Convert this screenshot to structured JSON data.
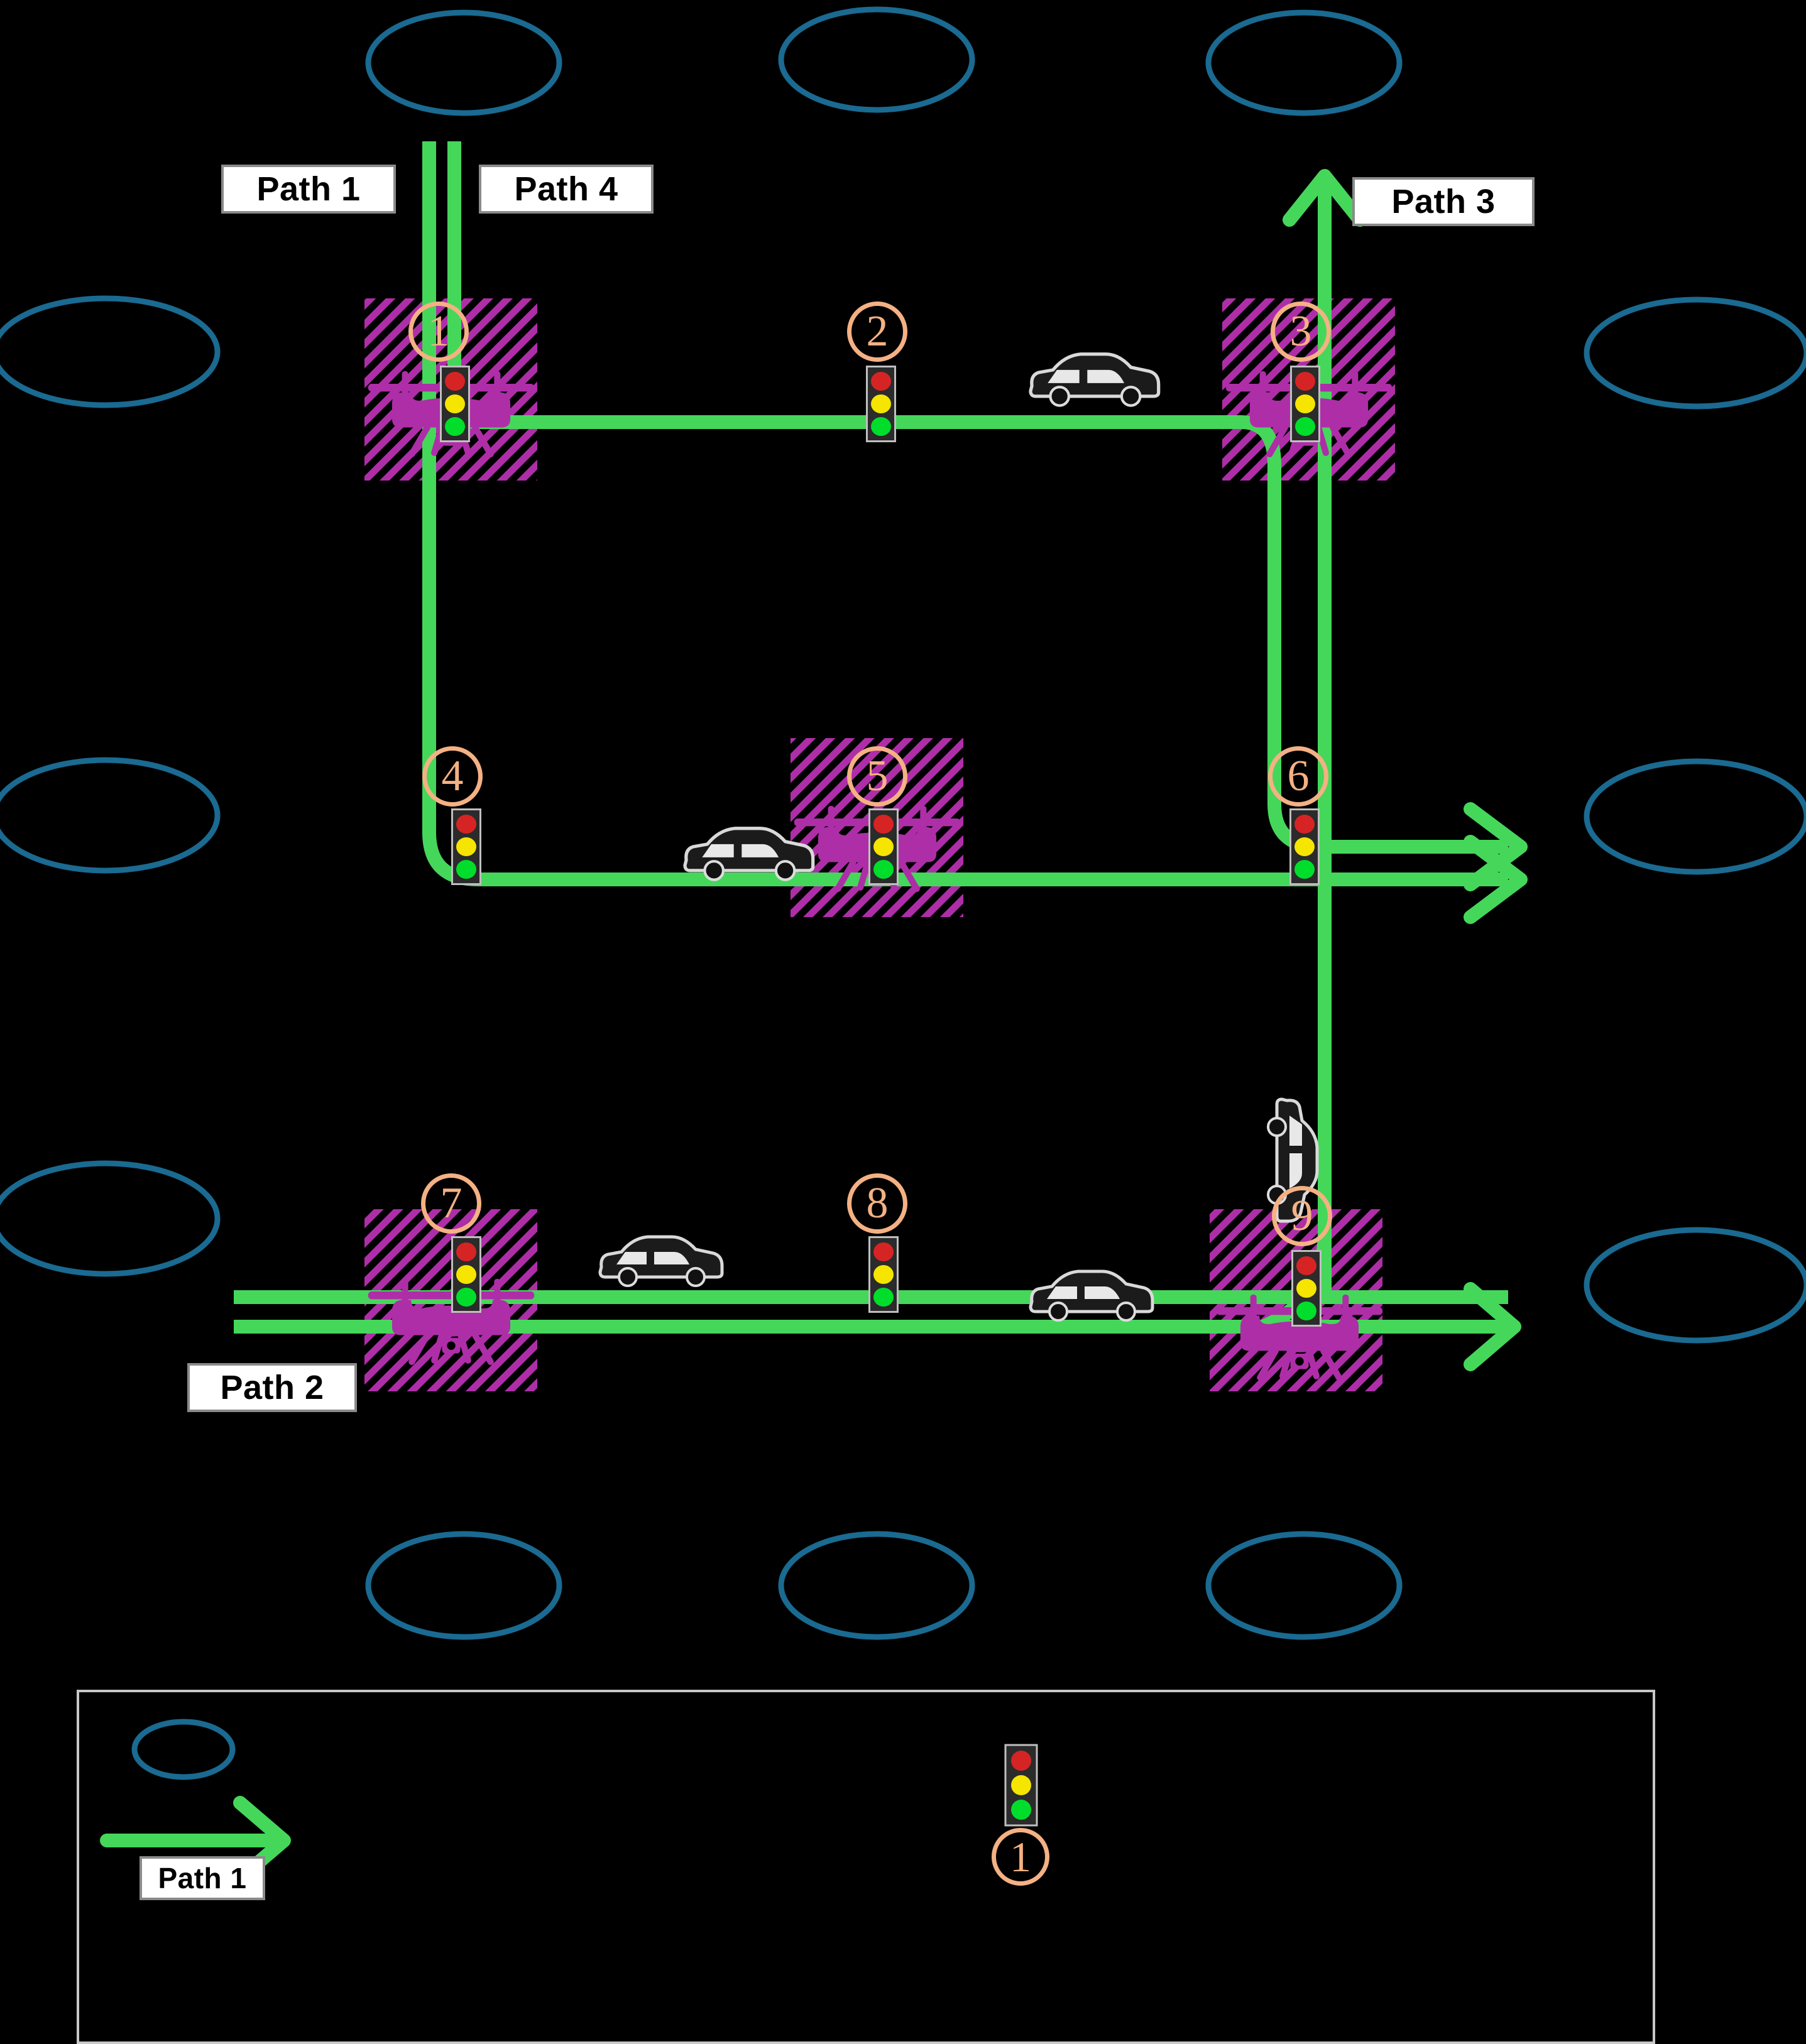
{
  "figure": {
    "type": "intersection-network-diagram",
    "background_color": "#000000",
    "accent_path_color": "#45D75A",
    "node_marker_color": "#F4B183",
    "drone_zone_color": "#AE2EA8",
    "building_color": "#1A6A91",
    "label_box_bg": "#FFFFFF",
    "label_box_border": "#8A8A8A"
  },
  "path_labels": [
    {
      "id": "path1-top",
      "text": "Path 1"
    },
    {
      "id": "path4-top",
      "text": "Path 4"
    },
    {
      "id": "path3-top",
      "text": "Path 3"
    },
    {
      "id": "path2-bottom",
      "text": "Path 2"
    }
  ],
  "intersections": [
    {
      "id": 1,
      "label": "①",
      "number": "1",
      "has_drone_zone": true,
      "has_traffic_light": true
    },
    {
      "id": 2,
      "label": "②",
      "number": "2",
      "has_drone_zone": false,
      "has_traffic_light": true
    },
    {
      "id": 3,
      "label": "③",
      "number": "3",
      "has_drone_zone": true,
      "has_traffic_light": true
    },
    {
      "id": 4,
      "label": "④",
      "number": "4",
      "has_drone_zone": false,
      "has_traffic_light": true
    },
    {
      "id": 5,
      "label": "⑤",
      "number": "5",
      "has_drone_zone": true,
      "has_traffic_light": true
    },
    {
      "id": 6,
      "label": "⑥",
      "number": "6",
      "has_drone_zone": false,
      "has_traffic_light": true
    },
    {
      "id": 7,
      "label": "⑦",
      "number": "7",
      "has_drone_zone": true,
      "has_traffic_light": true
    },
    {
      "id": 8,
      "label": "⑧",
      "number": "8",
      "has_drone_zone": false,
      "has_traffic_light": true
    },
    {
      "id": 9,
      "label": "⑨",
      "number": "9",
      "has_drone_zone": true,
      "has_traffic_light": true
    }
  ],
  "traffic_light": {
    "red": "#D62424",
    "yellow": "#F5E500",
    "green": "#00DE2B",
    "body": "#2B2B2B",
    "border": "#BFBFBF"
  },
  "legend": {
    "items": [
      {
        "id": "building-ellipse",
        "icon": "ellipse-icon",
        "text": ""
      },
      {
        "id": "path-arrow",
        "icon": "arrow-right-icon",
        "text": "Path 1"
      },
      {
        "id": "drone-zone",
        "icon": "drone-icon",
        "text": ""
      },
      {
        "id": "traffic-light",
        "icon": "traffic-light-icon",
        "text": ""
      },
      {
        "id": "intersection-id",
        "icon": "circled-number-icon",
        "text": "①"
      },
      {
        "id": "vehicle",
        "icon": "car-icon",
        "text": ""
      }
    ]
  },
  "vehicles": [
    {
      "id": "car-top-right",
      "orientation": "horizontal"
    },
    {
      "id": "car-mid-left",
      "orientation": "horizontal"
    },
    {
      "id": "car-vertical-right",
      "orientation": "vertical"
    },
    {
      "id": "car-bottom-left",
      "orientation": "horizontal"
    },
    {
      "id": "car-bottom-mid",
      "orientation": "horizontal"
    },
    {
      "id": "car-legend",
      "orientation": "horizontal"
    }
  ],
  "buildings_count": 12
}
